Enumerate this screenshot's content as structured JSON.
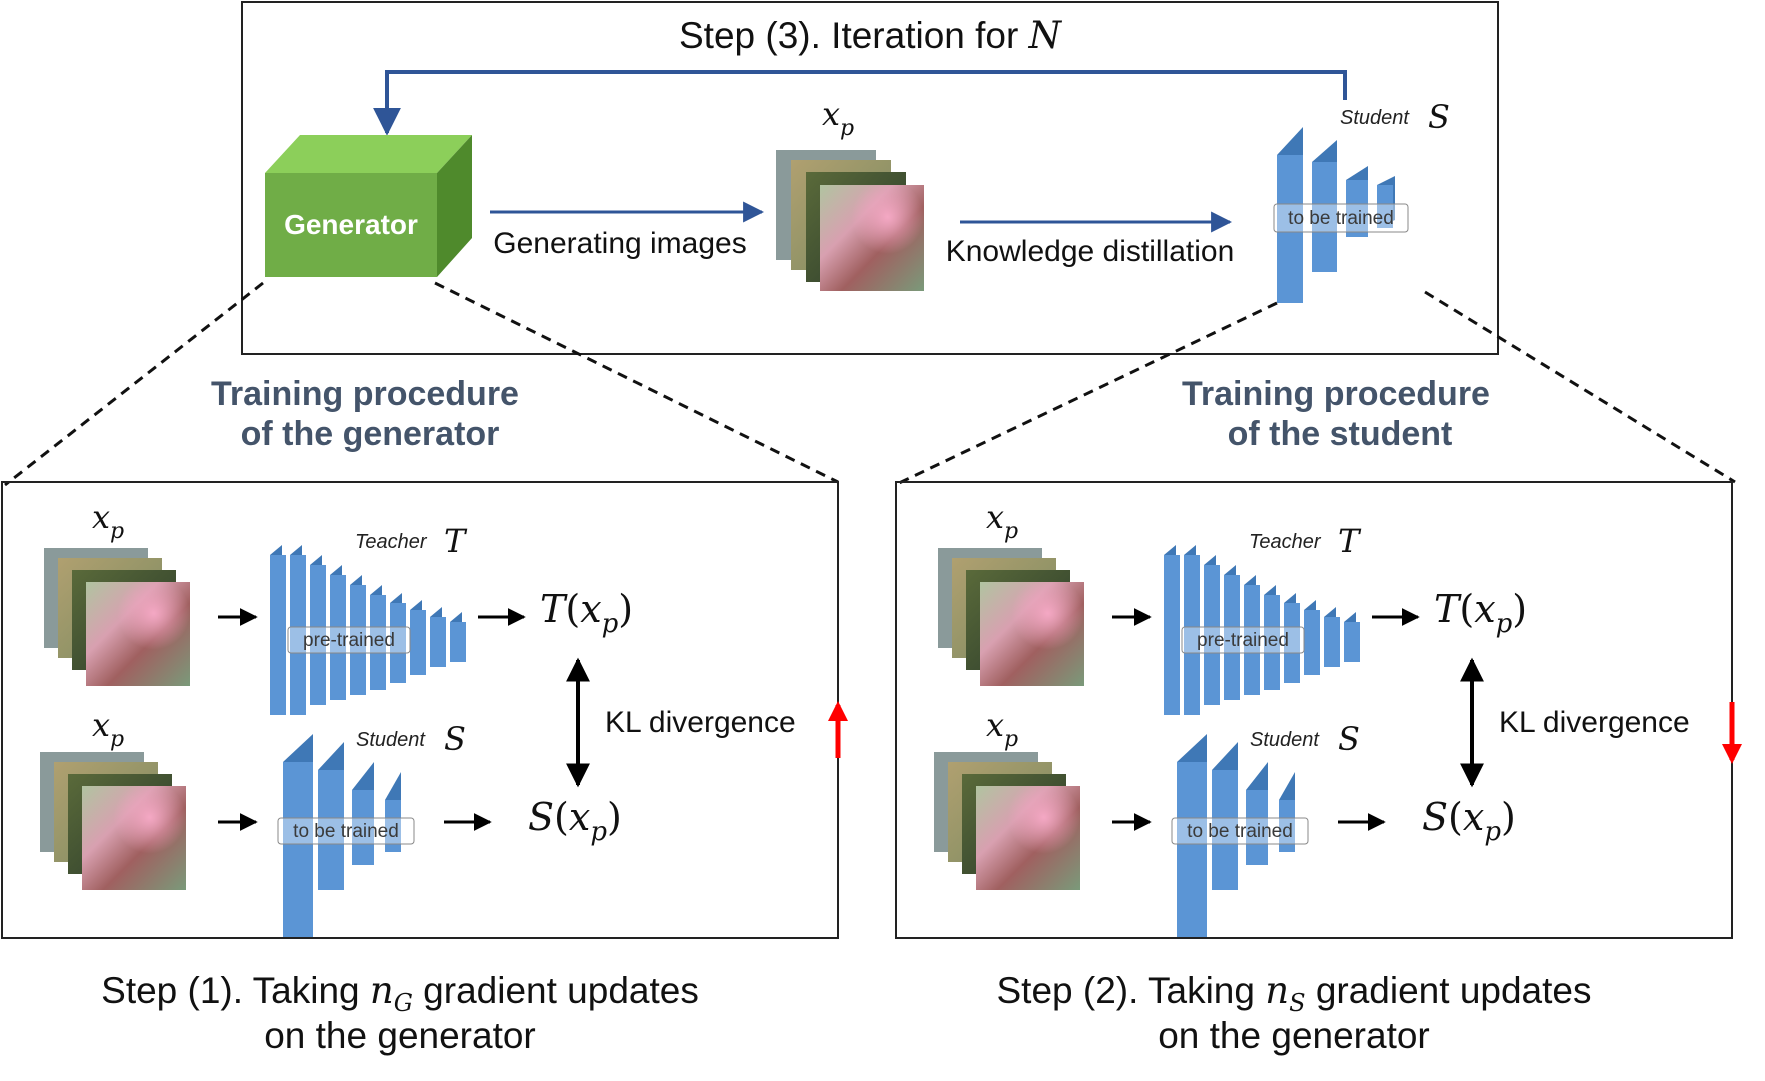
{
  "top": {
    "title_prefix": "Step (3). Iteration for ",
    "title_var": "N",
    "generator_label": "Generator",
    "generating_label": "Generating images",
    "kd_label": "Knowledge distillation",
    "xp_main": "x",
    "xp_sub": "p",
    "student_word": "Student",
    "student_var": "S",
    "to_be_trained": "to be trained"
  },
  "headings": {
    "gen_line1": "Training procedure",
    "gen_line2": "of the generator",
    "stu_line1": "Training procedure",
    "stu_line2": "of the student"
  },
  "panels": [
    {
      "xp_main": "x",
      "xp_sub": "p",
      "teacher_word": "Teacher",
      "teacher_var": "T",
      "pretrained": "pre-trained",
      "student_word": "Student",
      "student_var": "S",
      "to_be_trained": "to be trained",
      "t_out_fn": "T",
      "s_out_fn": "S",
      "kl_label": "KL divergence",
      "kl_direction": "up",
      "step_prefix": "Step (1). Taking ",
      "step_var": "n",
      "step_sub": "G",
      "step_suffix": " gradient updates",
      "step_line2": "on the generator"
    },
    {
      "xp_main": "x",
      "xp_sub": "p",
      "teacher_word": "Teacher",
      "teacher_var": "T",
      "pretrained": "pre-trained",
      "student_word": "Student",
      "student_var": "S",
      "to_be_trained": "to be trained",
      "t_out_fn": "T",
      "s_out_fn": "S",
      "kl_label": "KL divergence",
      "kl_direction": "down",
      "step_prefix": "Step (2). Taking ",
      "step_var": "n",
      "step_sub": "S",
      "step_suffix": " gradient updates",
      "step_line2": "on the generator"
    }
  ],
  "colors": {
    "generator_front": "#70ad47",
    "network_blue": "#4a86c8",
    "flow_arrow": "#2f5597",
    "heading": "#44546a",
    "kl_arrow": "#ff0000"
  }
}
